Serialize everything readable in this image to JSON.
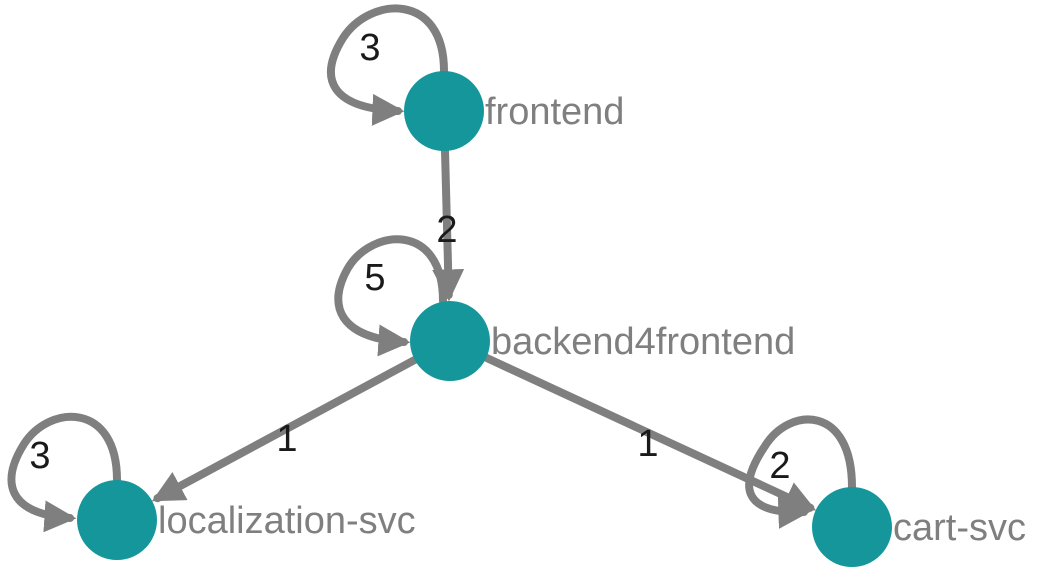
{
  "colors": {
    "node_fill": "#14969b",
    "edge": "#7f7f7f",
    "node_label": "#7f7f7f",
    "edge_label": "#1a1a1a"
  },
  "nodes": [
    {
      "id": "frontend",
      "label": "frontend"
    },
    {
      "id": "backend4frontend",
      "label": "backend4frontend"
    },
    {
      "id": "localization-svc",
      "label": "localization-svc"
    },
    {
      "id": "cart-svc",
      "label": "cart-svc"
    }
  ],
  "edges": [
    {
      "from": "frontend",
      "to": "frontend",
      "label": "3"
    },
    {
      "from": "frontend",
      "to": "backend4frontend",
      "label": "2"
    },
    {
      "from": "backend4frontend",
      "to": "backend4frontend",
      "label": "5"
    },
    {
      "from": "backend4frontend",
      "to": "localization-svc",
      "label": "1"
    },
    {
      "from": "backend4frontend",
      "to": "cart-svc",
      "label": "1"
    },
    {
      "from": "localization-svc",
      "to": "localization-svc",
      "label": "3"
    },
    {
      "from": "cart-svc",
      "to": "cart-svc",
      "label": "2"
    }
  ]
}
